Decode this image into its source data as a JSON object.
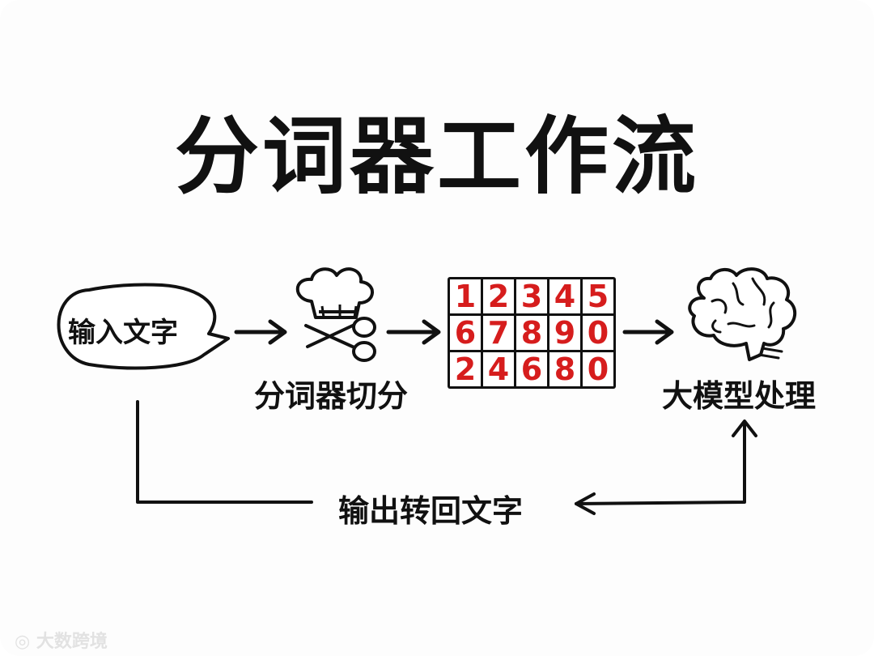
{
  "title": "分词器工作流",
  "nodes": {
    "input": "输入文字",
    "tokenizer": "分词器切分",
    "llm": "大模型处理",
    "output": "输出转回文字"
  },
  "token_grid": [
    [
      "1",
      "2",
      "3",
      "4",
      "5"
    ],
    [
      "6",
      "7",
      "8",
      "9",
      "0"
    ],
    [
      "2",
      "4",
      "6",
      "8",
      "0"
    ]
  ],
  "watermark": "大数跨境",
  "colors": {
    "token_text": "#d61d1d",
    "stroke": "#111111"
  },
  "icons": [
    "chef-hat-icon",
    "scissors-icon",
    "brain-icon",
    "speech-bubble"
  ]
}
